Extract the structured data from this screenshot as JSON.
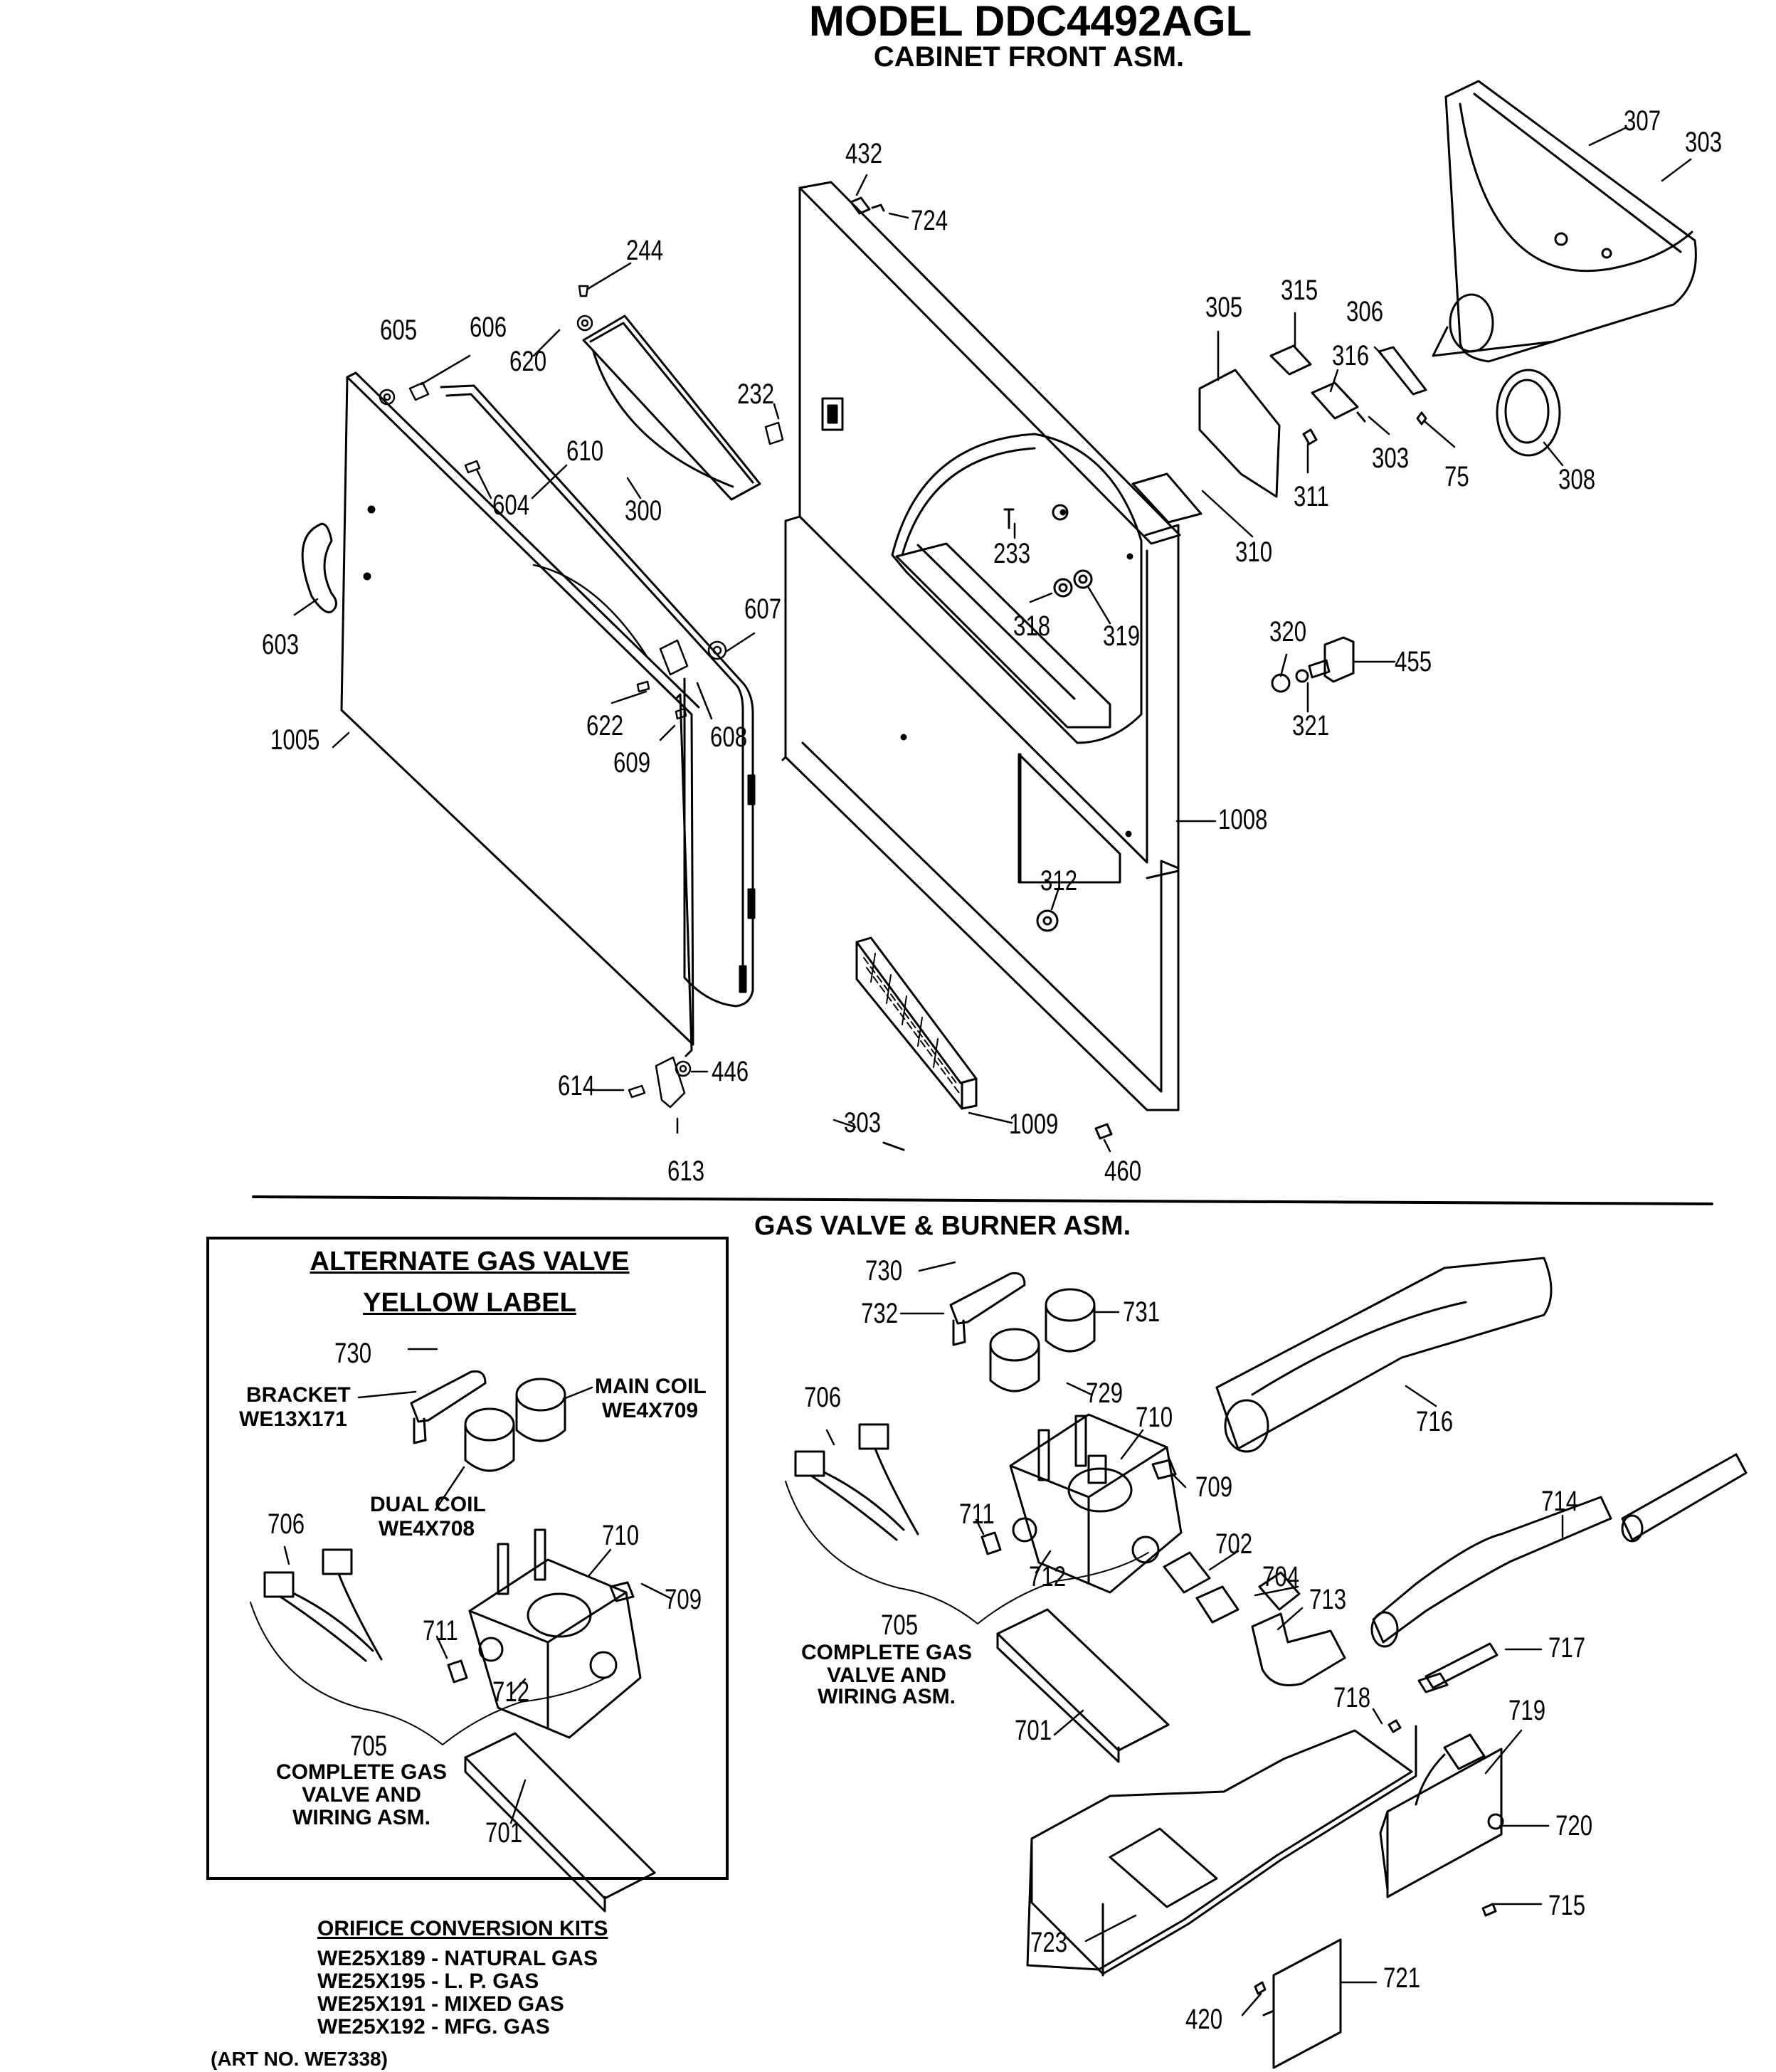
{
  "header": {
    "model": "MODEL DDC4492AGL",
    "subtitle": "CABINET FRONT ASM."
  },
  "gas_section": {
    "title": "GAS VALVE & BURNER ASM."
  },
  "alternate_box": {
    "title1": "ALTERNATE GAS VALVE",
    "title2": "YELLOW LABEL",
    "bracket_label": "BRACKET",
    "bracket_part": "WE13X171",
    "main_coil_label": "MAIN COIL",
    "main_coil_part": "WE4X709",
    "dual_coil_label": "DUAL COIL",
    "dual_coil_part": "WE4X708",
    "complete_1": "COMPLETE GAS",
    "complete_2": "VALVE AND",
    "complete_3": "WIRING ASM."
  },
  "main_valve_labels": {
    "complete_1": "COMPLETE GAS",
    "complete_2": "VALVE AND",
    "complete_3": "WIRING ASM."
  },
  "orifice_kits": {
    "title": "ORIFICE CONVERSION KITS",
    "kits": [
      "WE25X189 - NATURAL GAS",
      "WE25X195 - L. P. GAS",
      "WE25X191 - MIXED GAS",
      "WE25X192 - MFG. GAS"
    ]
  },
  "art_no": "(ART NO. WE7338)",
  "callouts": [
    "432",
    "724",
    "244",
    "605",
    "606",
    "620",
    "232",
    "610",
    "604",
    "300",
    "603",
    "607",
    "622",
    "608",
    "609",
    "1005",
    "614",
    "446",
    "613",
    "303",
    "1009",
    "460",
    "233",
    "318",
    "319",
    "1008",
    "312",
    "307",
    "303",
    "305",
    "315",
    "316",
    "306",
    "303",
    "75",
    "308",
    "311",
    "310",
    "320",
    "455",
    "321",
    "730",
    "732",
    "731",
    "729",
    "706",
    "710",
    "709",
    "711",
    "712",
    "705",
    "702",
    "704",
    "713",
    "716",
    "714",
    "717",
    "718",
    "719",
    "720",
    "701",
    "723",
    "715",
    "721",
    "420",
    "730",
    "706",
    "710",
    "709",
    "711",
    "712",
    "705",
    "701"
  ]
}
